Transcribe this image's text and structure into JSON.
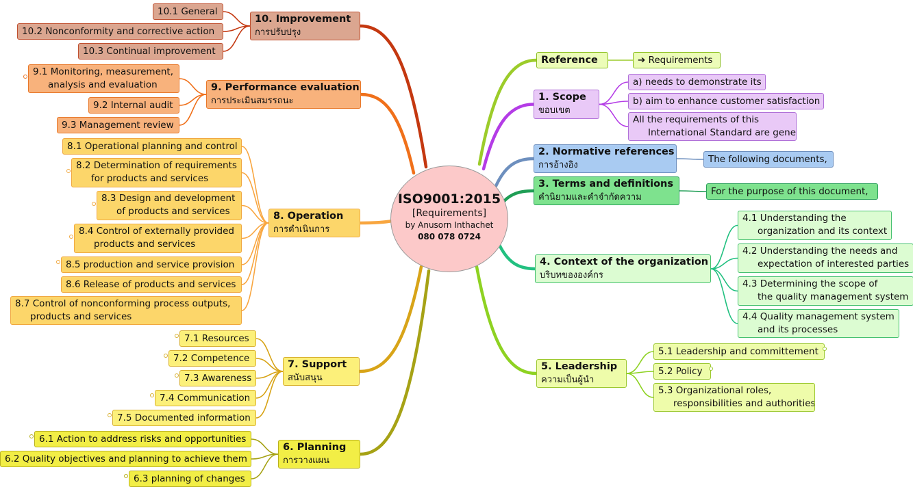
{
  "center": {
    "title": "ISO9001:2015",
    "subtitle": "[Requirements]",
    "author": "by Anusorn Inthachet",
    "phone": "080 078 0724"
  },
  "branches": [
    {
      "id": "ref",
      "label": "Reference",
      "label2": "",
      "color": "#9ccc2a",
      "fill": "#ecfcb8",
      "border": "#8bbf20",
      "children": [
        {
          "label": "➔ Requirements",
          "label2": ""
        }
      ]
    },
    {
      "id": "b1",
      "label": "1. Scope",
      "label2": "ขอบเขต",
      "color": "#b43ce6",
      "fill": "#e9c9f7",
      "border": "#b070d8",
      "children": [
        {
          "label": "a) needs to demonstrate its",
          "label2": ""
        },
        {
          "label": "b) aim to enhance customer satisfaction",
          "label2": ""
        },
        {
          "label": "All the requirements of this",
          "label2": "International Standard are generic"
        }
      ]
    },
    {
      "id": "b2",
      "label": "2. Normative references",
      "label2": "การอ้างอิง",
      "color": "#6d8fbe",
      "fill": "#a9cbf2",
      "border": "#6d8fbe",
      "children": [
        {
          "label": "The following documents,",
          "label2": ""
        }
      ]
    },
    {
      "id": "b3",
      "label": "3. Terms and definitions",
      "label2": "คำนิยามและคำจำกัดความ",
      "color": "#1f9e55",
      "fill": "#7ee28e",
      "border": "#2aa05a",
      "children": [
        {
          "label": "For the purpose of this document,",
          "label2": ""
        }
      ]
    },
    {
      "id": "b4",
      "label": "4. Context of the organization",
      "label2": "บริบทขององค์กร",
      "color": "#22c080",
      "fill": "#dcfcd2",
      "border": "#45c070",
      "children": [
        {
          "label": "4.1 Understanding the",
          "label2": "organization and its context"
        },
        {
          "label": "4.2 Understanding the needs and",
          "label2": "expectation of interested parties"
        },
        {
          "label": "4.3 Determining the scope of",
          "label2": "the quality management system"
        },
        {
          "label": "4.4 Quality management system",
          "label2": "and its processes"
        }
      ]
    },
    {
      "id": "b5",
      "label": "5. Leadership",
      "label2": "ความเป็นผู้นำ",
      "color": "#8ed222",
      "fill": "#eefcaa",
      "border": "#9cc830",
      "children": [
        {
          "label": "5.1 Leadership and committement",
          "label2": ""
        },
        {
          "label": "5.2 Policy",
          "label2": ""
        },
        {
          "label": "5.3 Organizational roles,",
          "label2": "responsibilities and authorities"
        }
      ]
    },
    {
      "id": "b6",
      "label": "6. Planning",
      "label2": "การวางแผน",
      "color": "#a6a215",
      "fill": "#f2ee46",
      "border": "#b8b020",
      "children": [
        {
          "label": "6.1 Action to address risks and opportunities",
          "label2": ""
        },
        {
          "label": "6.2 Quality objectives and planning to achieve them",
          "label2": ""
        },
        {
          "label": "6.3 planning of changes",
          "label2": ""
        }
      ]
    },
    {
      "id": "b7",
      "label": "7. Support",
      "label2": "สนับสนุน",
      "color": "#d8a418",
      "fill": "#fcf07a",
      "border": "#d8b030",
      "children": [
        {
          "label": "7.1 Resources",
          "label2": ""
        },
        {
          "label": "7.2 Competence",
          "label2": ""
        },
        {
          "label": "7.3 Awareness",
          "label2": ""
        },
        {
          "label": "7.4 Communication",
          "label2": ""
        },
        {
          "label": "7.5 Documented information",
          "label2": ""
        }
      ]
    },
    {
      "id": "b8",
      "label": "8. Operation",
      "label2": "การดำเนินการ",
      "color": "#f8a640",
      "fill": "#fcd66a",
      "border": "#f0a840",
      "children": [
        {
          "label": "8.1 Operational planning and control",
          "label2": ""
        },
        {
          "label": "8.2 Determination of requirements",
          "label2": "for products and services"
        },
        {
          "label": "8.3 Design and development",
          "label2": "of products and services"
        },
        {
          "label": "8.4 Control of externally provided",
          "label2": "products and services"
        },
        {
          "label": "8.5 production and service provision",
          "label2": ""
        },
        {
          "label": "8.6 Release of products and services",
          "label2": ""
        },
        {
          "label": "8.7 Control of nonconforming process outputs,",
          "label2": "products and services"
        }
      ]
    },
    {
      "id": "b9",
      "label": "9. Performance evaluation",
      "label2": "การประเมินสมรรถนะ",
      "color": "#f0701a",
      "fill": "#f8b27c",
      "border": "#e8782a",
      "children": [
        {
          "label": "9.1 Monitoring, measurement,",
          "label2": "analysis and evaluation"
        },
        {
          "label": "9.2 Internal audit",
          "label2": ""
        },
        {
          "label": "9.3 Management review",
          "label2": ""
        }
      ]
    },
    {
      "id": "b10",
      "label": "10. Improvement",
      "label2": "การปรับปรุง",
      "color": "#c43810",
      "fill": "#dba690",
      "border": "#c05030",
      "children": [
        {
          "label": "10.1 General",
          "label2": ""
        },
        {
          "label": "10.2 Nonconformity and corrective action",
          "label2": ""
        },
        {
          "label": "10.3 Continual improvement",
          "label2": ""
        }
      ]
    }
  ]
}
